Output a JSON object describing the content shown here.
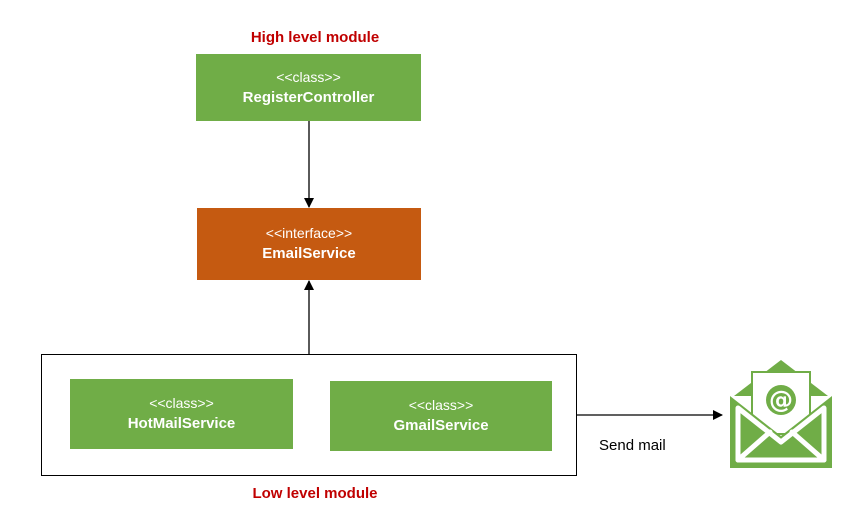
{
  "labels": {
    "high_level": "High level module",
    "low_level": "Low level module",
    "send_mail": "Send mail"
  },
  "nodes": {
    "register_controller": {
      "stereotype": "<<class>>",
      "name": "RegisterController"
    },
    "email_service": {
      "stereotype": "<<interface>>",
      "name": "EmailService"
    },
    "hotmail_service": {
      "stereotype": "<<class>>",
      "name": "HotMailService"
    },
    "gmail_service": {
      "stereotype": "<<class>>",
      "name": "GmailService"
    }
  },
  "colors": {
    "class_fill": "#70ad47",
    "interface_fill": "#c55a11",
    "label_red": "#c00000",
    "icon_green": "#70ad47"
  },
  "icons": {
    "mail": "email-envelope-icon"
  }
}
